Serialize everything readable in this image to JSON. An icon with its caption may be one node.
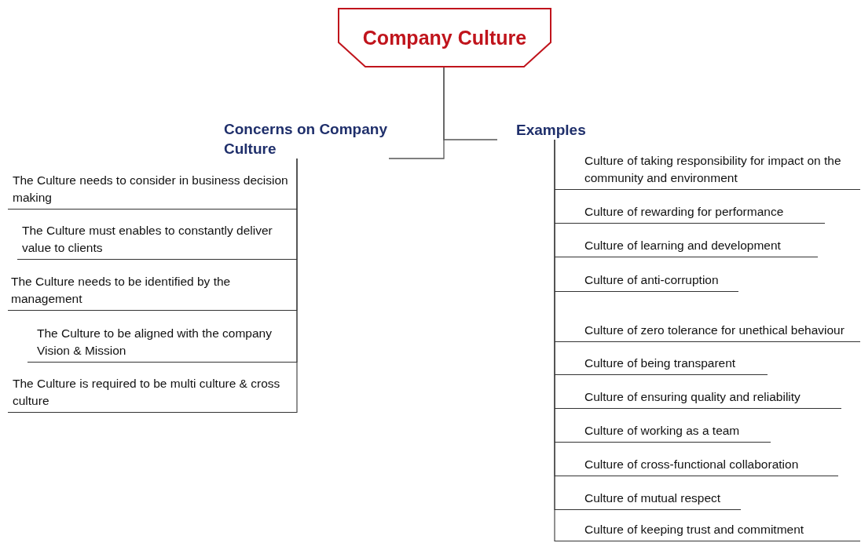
{
  "diagram": {
    "nodes": [
      {
        "text": [
          "Company Culture"
        ]
      },
      {
        "text": [
          "Concerns on Company Culture"
        ]
      },
      {
        "text": [
          "The Culture needs to consider in business decision making"
        ]
      },
      {
        "text": [
          "The Culture must enables to constantly deliver value to clients"
        ]
      },
      {
        "text": [
          "The Culture needs to be identified by the management"
        ]
      },
      {
        "text": [
          "The Culture to be aligned with the company Vision & Mission"
        ]
      },
      {
        "text": [
          "The Culture is required to be multi culture & cross culture"
        ]
      },
      {
        "text": [
          "Examples"
        ]
      },
      {
        "text": [
          "Culture of taking responsibility for impact on the community and environment"
        ]
      },
      {
        "text": [
          "Culture of rewarding for performance"
        ]
      },
      {
        "text": [
          "Culture of learning and development"
        ]
      },
      {
        "text": [
          "Culture of anti-corruption"
        ]
      },
      {
        "text": [
          "Culture of zero tolerance for unethical behaviour"
        ]
      },
      {
        "text": [
          "Culture of being transparent"
        ]
      },
      {
        "text": [
          "Culture of ensuring quality and reliability"
        ]
      },
      {
        "text": [
          "Culture of working as a team"
        ]
      },
      {
        "text": [
          "Culture of cross-functional collaboration"
        ]
      },
      {
        "text": [
          "Culture of mutual respect"
        ]
      },
      {
        "text": [
          "Culture of keeping trust and commitment"
        ]
      }
    ],
    "edges": [
      {
        "from": 0,
        "to": 1,
        "arrow": "none"
      },
      {
        "from": 1,
        "to": 2,
        "arrow": "none"
      },
      {
        "from": 1,
        "to": 3,
        "arrow": "none"
      },
      {
        "from": 1,
        "to": 4,
        "arrow": "none"
      },
      {
        "from": 1,
        "to": 5,
        "arrow": "none"
      },
      {
        "from": 1,
        "to": 6,
        "arrow": "none"
      },
      {
        "from": 0,
        "to": 7,
        "arrow": "none"
      },
      {
        "from": 7,
        "to": 8,
        "arrow": "none"
      },
      {
        "from": 7,
        "to": 9,
        "arrow": "none"
      },
      {
        "from": 7,
        "to": 10,
        "arrow": "none"
      },
      {
        "from": 7,
        "to": 11,
        "arrow": "none"
      },
      {
        "from": 7,
        "to": 12,
        "arrow": "none"
      },
      {
        "from": 7,
        "to": 13,
        "arrow": "none"
      },
      {
        "from": 7,
        "to": 14,
        "arrow": "none"
      },
      {
        "from": 7,
        "to": 15,
        "arrow": "none"
      },
      {
        "from": 7,
        "to": 16,
        "arrow": "none"
      },
      {
        "from": 7,
        "to": 17,
        "arrow": "none"
      },
      {
        "from": 7,
        "to": 18,
        "arrow": "none"
      }
    ]
  }
}
